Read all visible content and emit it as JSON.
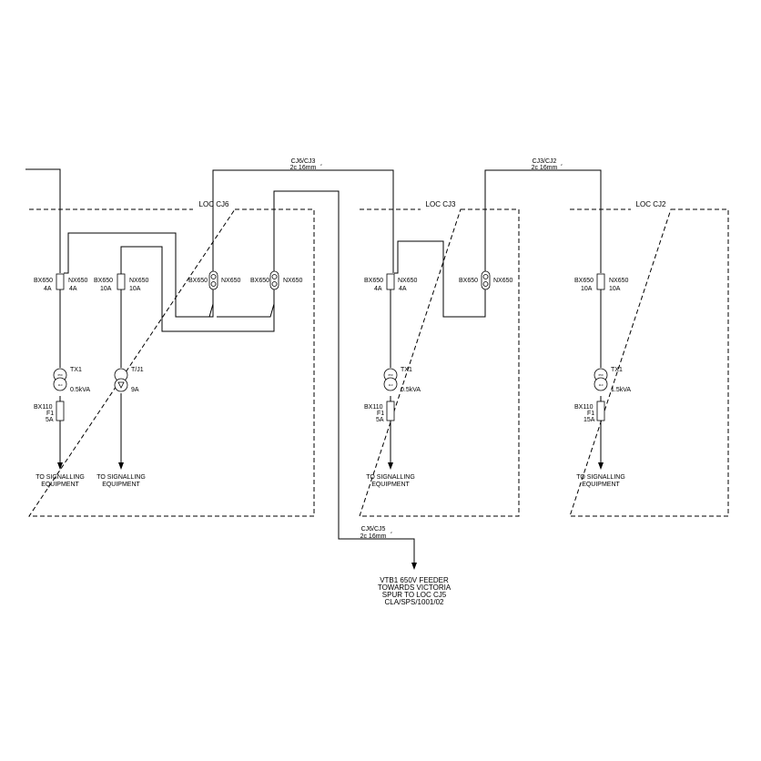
{
  "locations": {
    "cj6": "LOC CJ6",
    "cj3": "LOC CJ3",
    "cj2": "LOC CJ2"
  },
  "cables": {
    "cj6_cj3_name": "CJ6/CJ3",
    "cj6_cj3_spec": "2c 16mm",
    "cj3_cj2_name": "CJ3/CJ2",
    "cj3_cj2_spec": "2c 16mm",
    "cj6_cj5_name": "CJ6/CJ5",
    "cj6_cj5_spec": "2c 16mm",
    "squared": "2"
  },
  "cj6": {
    "f1_left": "BX650",
    "f1_left_rating": "4A",
    "f1_right": "NX650",
    "f1_right_rating": "4A",
    "f2_left": "BX650",
    "f2_left_rating": "10A",
    "f2_right": "NX650",
    "f2_right_rating": "10A",
    "link1_label": "BX650",
    "link2_left": "NX650",
    "link2_mid": "BX650",
    "link2_right": "NX650",
    "tx1_name": "TX1",
    "tx1_rating": "0.5kVA",
    "tj1_name": "T/J1",
    "tj1_rating": "9A",
    "bx110_name": "BX110",
    "bx110_fuse": "F1",
    "bx110_rating": "5A",
    "out1_line1": "TO SIGNALLING",
    "out1_line2": "EQUIPMENT",
    "out2_line1": "TO SIGNALLING",
    "out2_line2": "EQUIPMENT"
  },
  "cj3": {
    "f1_left": "BX650",
    "f1_left_rating": "4A",
    "f1_right": "NX650",
    "f1_right_rating": "4A",
    "link_left": "BX650",
    "link_right": "NX650",
    "tx1_name": "TX1",
    "tx1_rating": "0.5kVA",
    "bx110_name": "BX110",
    "bx110_fuse": "F1",
    "bx110_rating": "5A",
    "out_line1": "TO SIGNALLING",
    "out_line2": "EQUIPMENT"
  },
  "cj2": {
    "f1_left": "BX650",
    "f1_left_rating": "10A",
    "f1_right": "NX650",
    "f1_right_rating": "10A",
    "tx1_name": "TX1",
    "tx1_rating": "1.5kVA",
    "bx110_name": "BX110",
    "bx110_fuse": "F1",
    "bx110_rating": "15A",
    "out_line1": "TO SIGNALLING",
    "out_line2": "EQUIPMENT"
  },
  "feeder": {
    "line1": "VTB1 650V FEEDER",
    "line2": "TOWARDS VICTORIA",
    "line3": "SPUR TO LOC CJ5",
    "line4": "CLA/SPS/1001/02"
  },
  "transformer_text": {
    "pri": "650",
    "sec": "110"
  }
}
